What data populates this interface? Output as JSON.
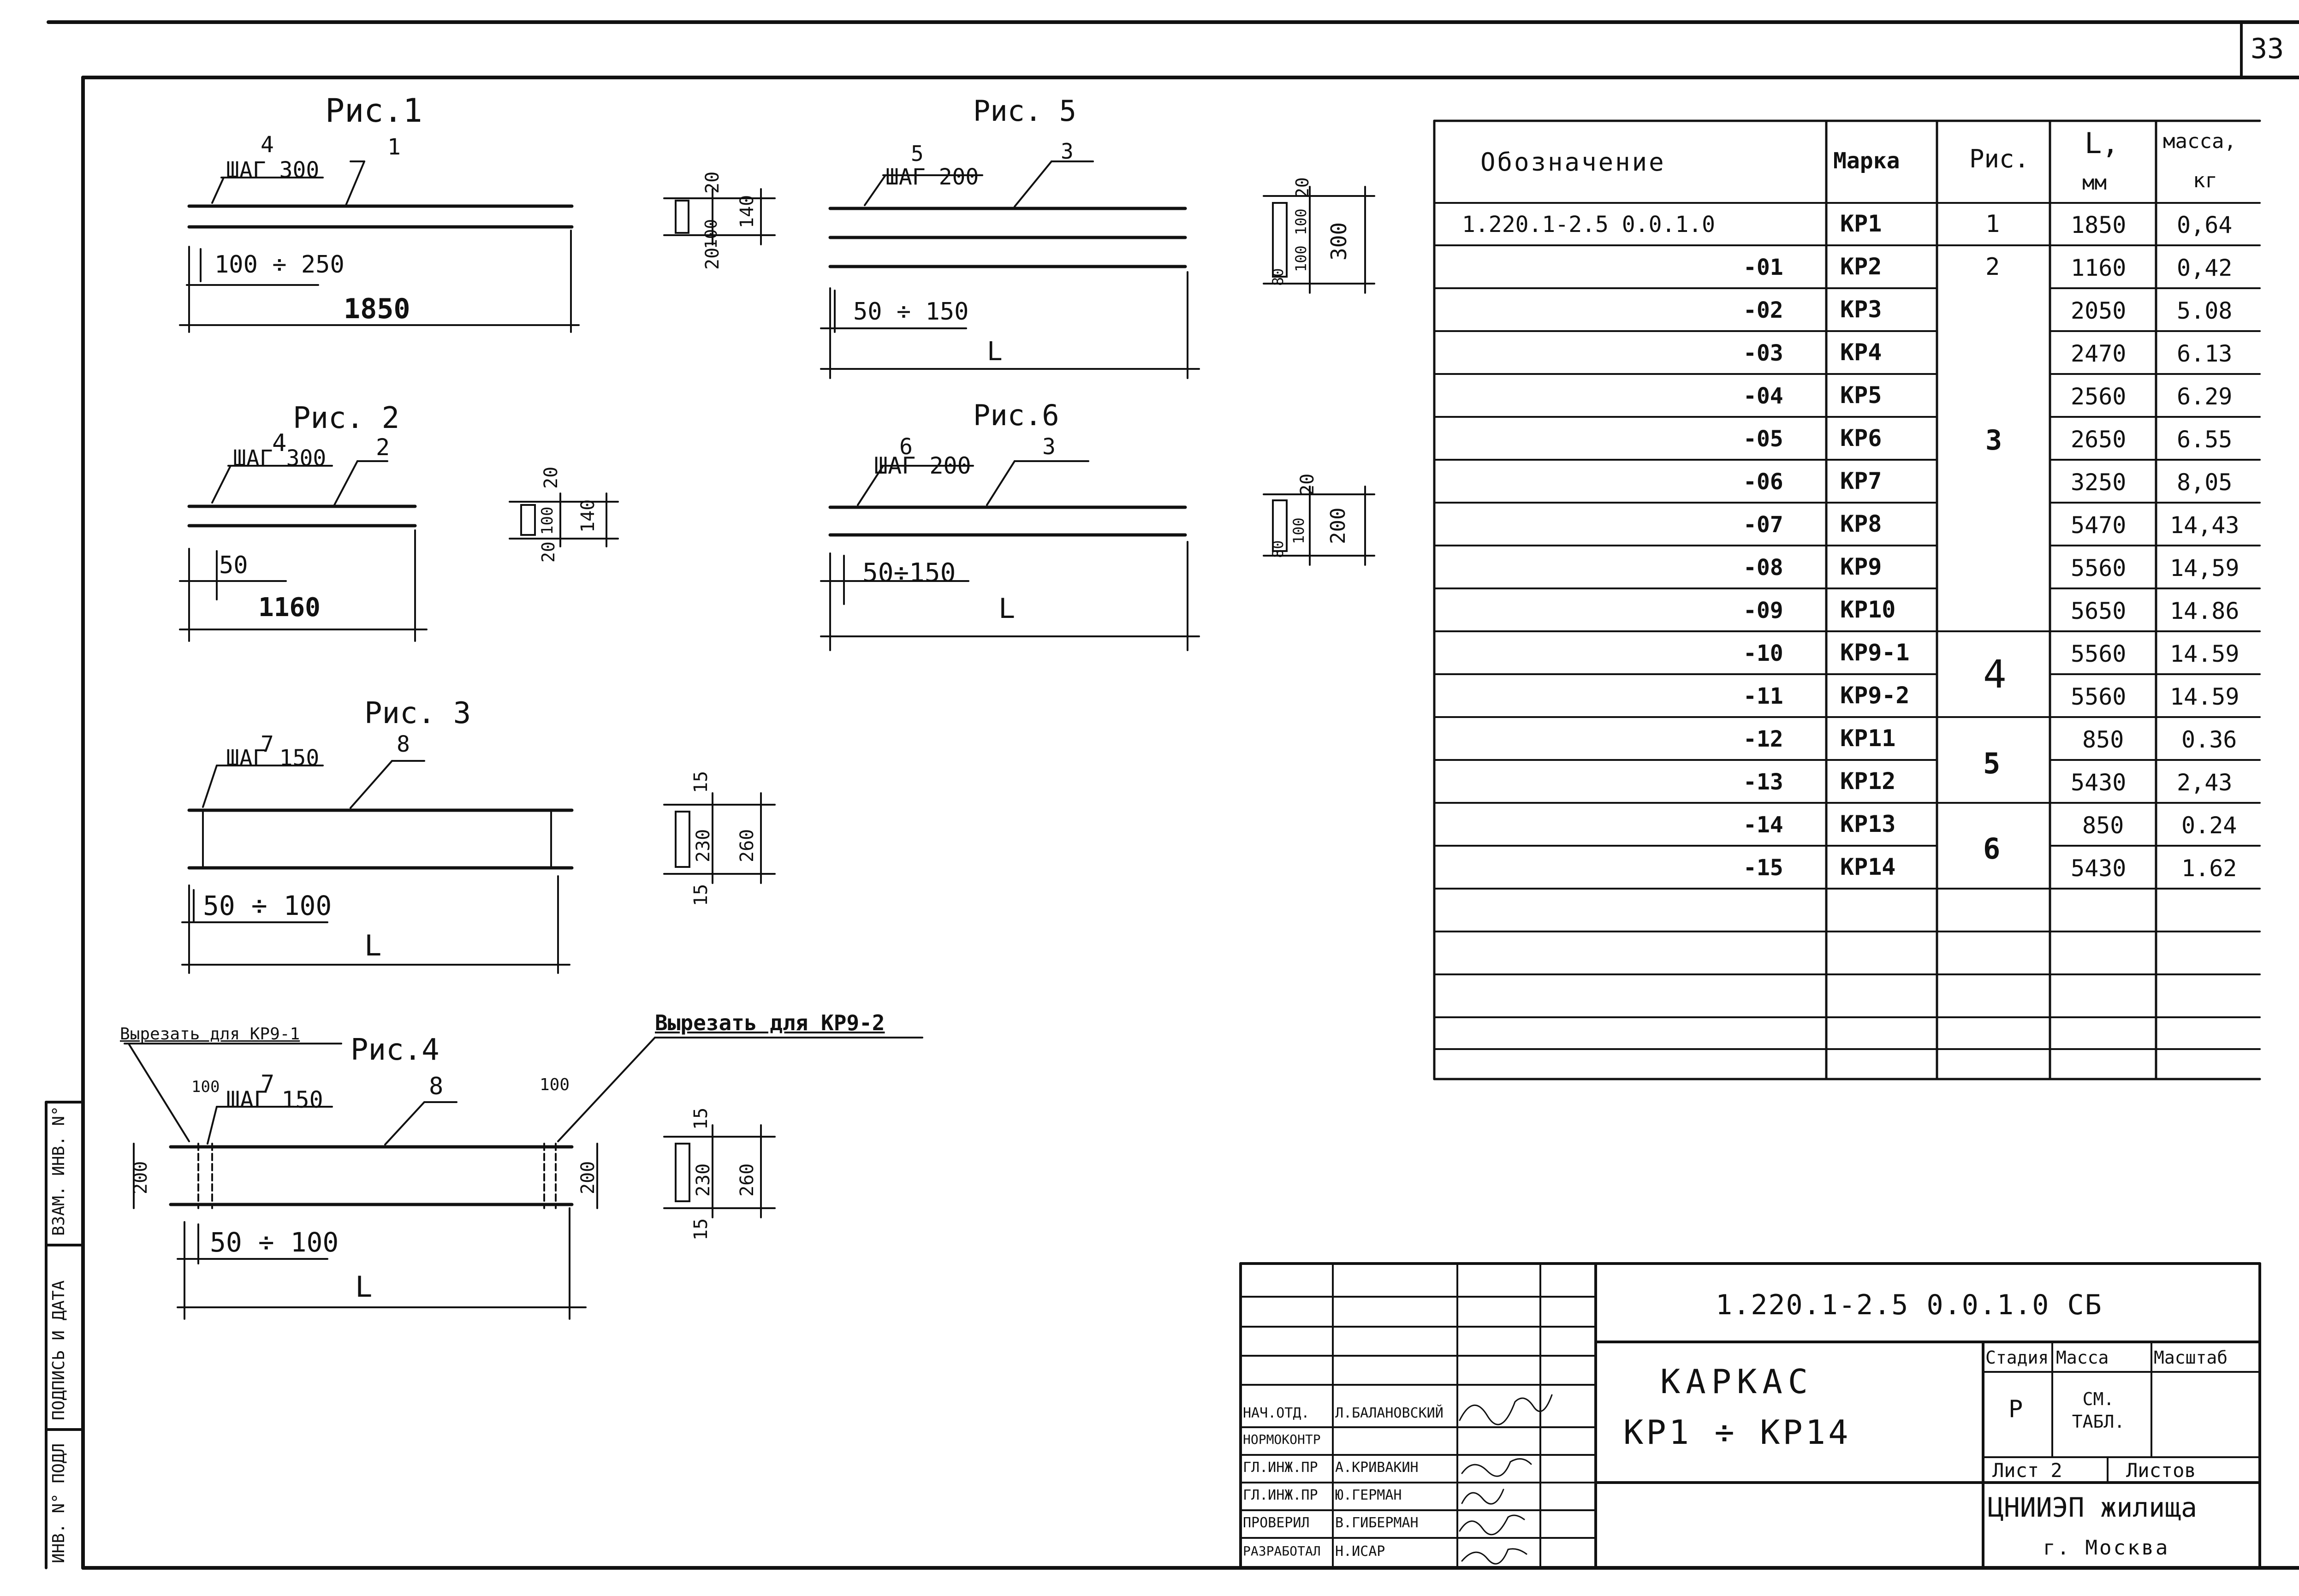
{
  "page_number": "33",
  "side_stamp": {
    "vzam": "ВЗАМ. ИНВ. N°",
    "podp": "ПОДПИСЬ И ДАТА",
    "inv": "ИНВ. N° ПОДЛ"
  },
  "figures": {
    "fig1": {
      "title": "Рис.1",
      "pos_a": "4",
      "step": "ШАГ 300",
      "pos_b": "1",
      "edge_dim": "100 ÷ 250",
      "length": "1850",
      "sec_20a": "20",
      "sec_100": "100",
      "sec_20b": "20",
      "sec_140": "140"
    },
    "fig2": {
      "title": "Рис. 2",
      "pos_a": "4",
      "step": "ШАГ 300",
      "pos_b": "2",
      "edge_dim": "50",
      "length": "1160",
      "sec_20a": "20",
      "sec_100": "100",
      "sec_20b": "20",
      "sec_140": "140"
    },
    "fig3": {
      "title": "Рис. 3",
      "pos_a": "7",
      "step": "ШАГ 150",
      "pos_b": "8",
      "edge_dim": "50 ÷ 100",
      "length": "L",
      "sec_15a": "15",
      "sec_230": "230",
      "sec_15b": "15",
      "sec_260": "260"
    },
    "fig4": {
      "title": "Рис.4",
      "cut_left": "Вырезать для КР9-1",
      "cut_right": "Вырезать для КР9-2",
      "gap_l": "100",
      "gap_r": "100",
      "pos_a": "7",
      "step": "ШАГ 150",
      "pos_b": "8",
      "end_l": "200",
      "end_r": "200",
      "edge_dim": "50 ÷ 100",
      "length": "L",
      "sec_15a": "15",
      "sec_230": "230",
      "sec_15b": "15",
      "sec_260": "260"
    },
    "fig5": {
      "title": "Рис. 5",
      "pos_a": "5",
      "step": "ШАГ 200",
      "pos_b": "3",
      "edge_dim": "50 ÷ 150",
      "length": "L",
      "sec_20": "20",
      "sec_80": "80",
      "sec_100a": "100",
      "sec_100b": "100",
      "sec_300": "300"
    },
    "fig6": {
      "title": "Рис.6",
      "pos_a": "6",
      "step": "ШАГ 200",
      "pos_b": "3",
      "edge_dim": "50÷150",
      "length": "L",
      "sec_20": "20",
      "sec_80": "80",
      "sec_100": "100",
      "sec_200": "200"
    }
  },
  "table": {
    "headers": {
      "designation": "Обозначение",
      "mark": "Марка",
      "fig": "Рис.",
      "length": "L,",
      "length_unit": "мм",
      "mass": "масса,",
      "mass_unit": "кг"
    },
    "rows": [
      {
        "designation": "1.220.1-2.5 0.0.1.0",
        "mark": "КР1",
        "length": "1850",
        "mass": "0,64"
      },
      {
        "designation": "-01",
        "mark": "КР2",
        "length": "1160",
        "mass": "0,42"
      },
      {
        "designation": "-02",
        "mark": "КР3",
        "length": "2050",
        "mass": "5.08"
      },
      {
        "designation": "-03",
        "mark": "КР4",
        "length": "2470",
        "mass": "6.13"
      },
      {
        "designation": "-04",
        "mark": "КР5",
        "length": "2560",
        "mass": "6.29"
      },
      {
        "designation": "-05",
        "mark": "КР6",
        "length": "2650",
        "mass": "6.55"
      },
      {
        "designation": "-06",
        "mark": "КР7",
        "length": "3250",
        "mass": "8,05"
      },
      {
        "designation": "-07",
        "mark": "КР8",
        "length": "5470",
        "mass": "14,43"
      },
      {
        "designation": "-08",
        "mark": "КР9",
        "length": "5560",
        "mass": "14,59"
      },
      {
        "designation": "-09",
        "mark": "КР10",
        "length": "5650",
        "mass": "14.86"
      },
      {
        "designation": "-10",
        "mark": "КР9-1",
        "length": "5560",
        "mass": "14.59"
      },
      {
        "designation": "-11",
        "mark": "КР9-2",
        "length": "5560",
        "mass": "14.59"
      },
      {
        "designation": "-12",
        "mark": "КР11",
        "length": "850",
        "mass": "0.36"
      },
      {
        "designation": "-13",
        "mark": "КР12",
        "length": "5430",
        "mass": "2,43"
      },
      {
        "designation": "-14",
        "mark": "КР13",
        "length": "850",
        "mass": "0.24"
      },
      {
        "designation": "-15",
        "mark": "КР14",
        "length": "5430",
        "mass": "1.62"
      }
    ],
    "fig_groups": [
      {
        "label": "1"
      },
      {
        "label": "2"
      },
      {
        "label": "3"
      },
      {
        "label": "4"
      },
      {
        "label": "5"
      },
      {
        "label": "6"
      }
    ]
  },
  "title_block": {
    "doc_code": "1.220.1-2.5 0.0.1.0 СБ",
    "name_line1": "КАРКАС",
    "name_line2": "КР1 ÷ КР14",
    "stage_label": "Стадия",
    "mass_label": "Масса",
    "scale_label": "Масштаб",
    "stage_value": "Р",
    "mass_value": "СМ. ТАБЛ.",
    "sheet_label": "Лист 2",
    "sheets_label": "Листов",
    "org": "ЦНИИЭП жилища",
    "city": "г. Москва",
    "roles": [
      {
        "role": "НАЧ.ОТД.",
        "name": "Л.БАЛАНОВСКИЙ"
      },
      {
        "role": "НОРМОКОНТР",
        "name": ""
      },
      {
        "role": "ГЛ.ИНЖ.ПР",
        "name": "А.КРИВАКИН"
      },
      {
        "role": "ГЛ.ИНЖ.ПР",
        "name": "Ю.ГЕРМАН"
      },
      {
        "role": "ПРОВЕРИЛ",
        "name": "В.ГИБЕРМАН"
      },
      {
        "role": "РАЗРАБОТАЛ",
        "name": "Н.ИСАР"
      }
    ]
  }
}
